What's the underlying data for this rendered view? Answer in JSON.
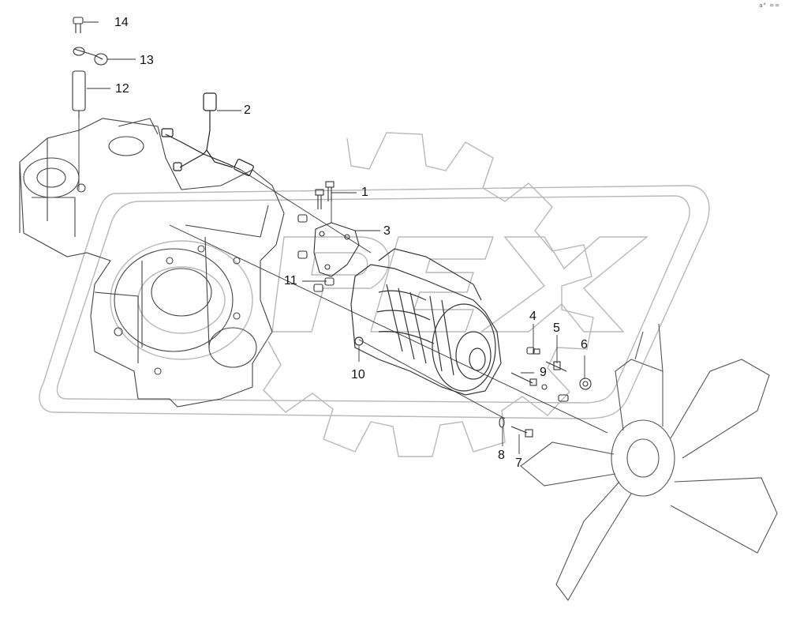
{
  "diagram": {
    "corner_mark": "a° ==",
    "watermark_text": "OPEX",
    "callouts": [
      {
        "id": "c1",
        "text": "1"
      },
      {
        "id": "c2",
        "text": "2"
      },
      {
        "id": "c3",
        "text": "3"
      },
      {
        "id": "c4",
        "text": "4"
      },
      {
        "id": "c5",
        "text": "5"
      },
      {
        "id": "c6",
        "text": "6"
      },
      {
        "id": "c7",
        "text": "7"
      },
      {
        "id": "c8",
        "text": "8"
      },
      {
        "id": "c9",
        "text": "9"
      },
      {
        "id": "c10",
        "text": "10"
      },
      {
        "id": "c11",
        "text": "11"
      },
      {
        "id": "c12",
        "text": "12"
      },
      {
        "id": "c13",
        "text": "13"
      },
      {
        "id": "c14",
        "text": "14"
      }
    ],
    "parts": [
      {
        "callout": "1",
        "name": "bolts"
      },
      {
        "callout": "2",
        "name": "wiring-harness"
      },
      {
        "callout": "3",
        "name": "mounting-bracket"
      },
      {
        "callout": "4",
        "name": "bolt"
      },
      {
        "callout": "5",
        "name": "stud"
      },
      {
        "callout": "6",
        "name": "nut"
      },
      {
        "callout": "7",
        "name": "bolt"
      },
      {
        "callout": "8",
        "name": "washer"
      },
      {
        "callout": "9",
        "name": "bolt"
      },
      {
        "callout": "10",
        "name": "alternator"
      },
      {
        "callout": "11",
        "name": "nuts"
      },
      {
        "callout": "12",
        "name": "spacer"
      },
      {
        "callout": "13",
        "name": "clamp"
      },
      {
        "callout": "14",
        "name": "screw"
      }
    ]
  }
}
